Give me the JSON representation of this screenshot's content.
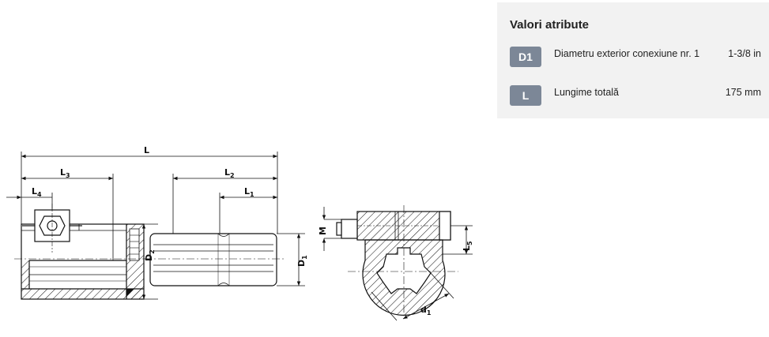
{
  "drawing": {
    "labels": {
      "L": "L",
      "L1": "L",
      "L1_sub": "1",
      "L2": "L",
      "L2_sub": "2",
      "L3": "L",
      "L3_sub": "3",
      "L4": "L",
      "L4_sub": "4",
      "L5": "L",
      "L5_sub": "5",
      "D1": "D",
      "D1_sub": "1",
      "D2": "D",
      "D2_sub": "2",
      "M": "M",
      "d1": "d",
      "d1_sub": "1"
    }
  },
  "attributes": {
    "title": "Valori atribute",
    "rows": [
      {
        "badge": "D1",
        "name": "Diametru exterior conexiune nr. 1",
        "value": "1-3/8 in"
      },
      {
        "badge": "L",
        "name": "Lungime totală",
        "value": "175 mm"
      }
    ]
  },
  "colors": {
    "panel_bg": "#f2f2f2",
    "badge_bg": "#7c8797",
    "line": "#111111"
  }
}
